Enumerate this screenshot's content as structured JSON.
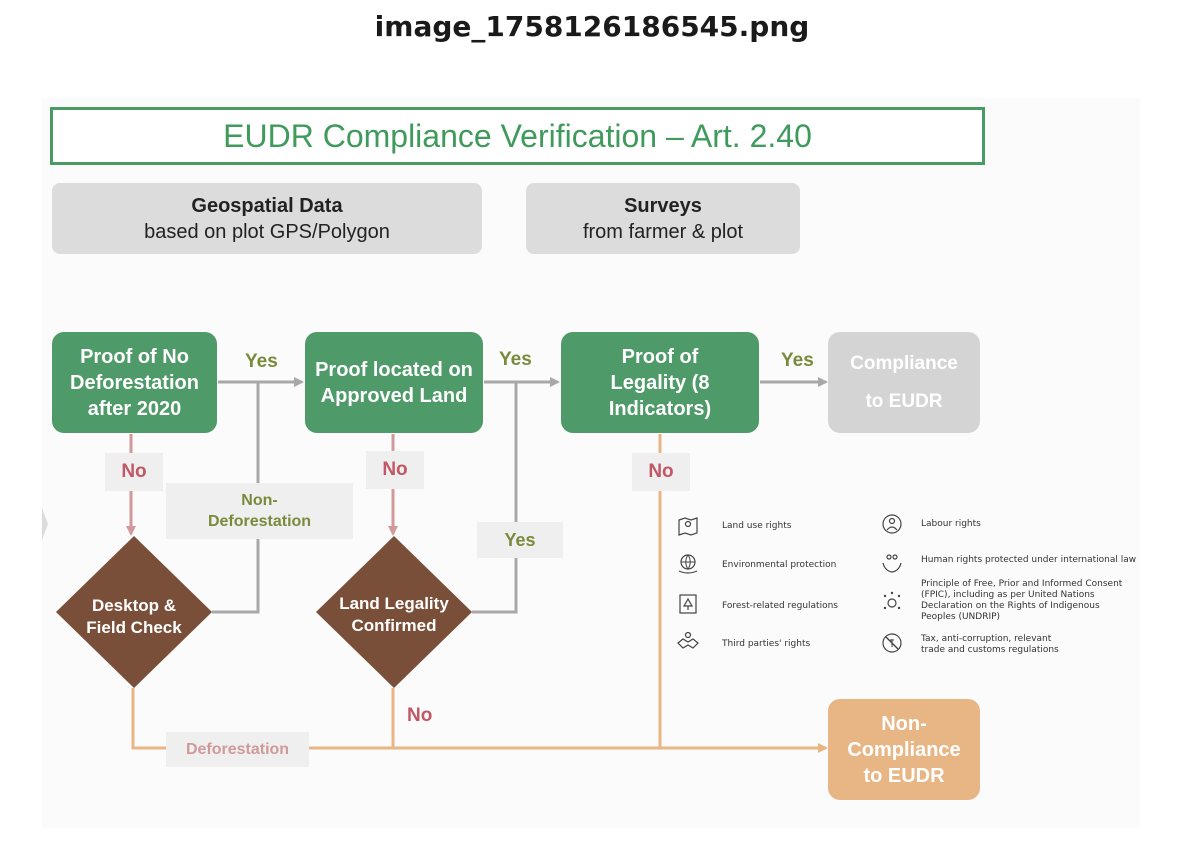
{
  "filename": "image_1758126186545.png",
  "title": "EUDR Compliance Verification – Art. 2.40",
  "sources": {
    "geospatial": {
      "title": "Geospatial Data",
      "subtitle": "based on plot GPS/Polygon"
    },
    "surveys": {
      "title": "Surveys",
      "subtitle": "from farmer & plot"
    }
  },
  "steps": {
    "no_deforestation": "Proof of No Deforestation after 2020",
    "approved_land": "Proof  located on Approved Land",
    "legality": "Proof of Legality (8 Indicators)"
  },
  "outcomes": {
    "compliance_line1": "Compliance",
    "compliance_line2": "to EUDR",
    "non_compliance": "Non-Compliance to EUDR"
  },
  "decisions": {
    "desktop_check": "Desktop & Field Check",
    "land_legality": "Land Legality Confirmed"
  },
  "labels": {
    "yes": "Yes",
    "no": "No",
    "non_deforestation": "Non-Deforestation",
    "deforestation": "Deforestation"
  },
  "indicators": [
    {
      "icon": "map-icon",
      "text": "Land use rights"
    },
    {
      "icon": "globe-hand-icon",
      "text": "Environmental protection"
    },
    {
      "icon": "forest-document-icon",
      "text": "Forest-related regulations"
    },
    {
      "icon": "handshake-icon",
      "text": "Third parties' rights"
    },
    {
      "icon": "worker-icon",
      "text": "Labour rights"
    },
    {
      "icon": "hands-people-icon",
      "text": "Human rights protected under international law"
    },
    {
      "icon": "consent-stars-icon",
      "text": "Principle of Free, Prior and Informed Consent (FPIC), including as per United Nations Declaration on the Rights of Indigenous Peoples (UNDRIP)"
    },
    {
      "icon": "anti-corruption-icon",
      "text": "Tax, anti-corruption, relevant trade and customs regulations"
    }
  ],
  "colors": {
    "green": "#4e9a68",
    "brown": "#7a4f39",
    "grey_end": "#d4d4d4",
    "orange_end": "#e8b585",
    "yes_text": "#7a8a3c",
    "no_text": "#c25766"
  }
}
